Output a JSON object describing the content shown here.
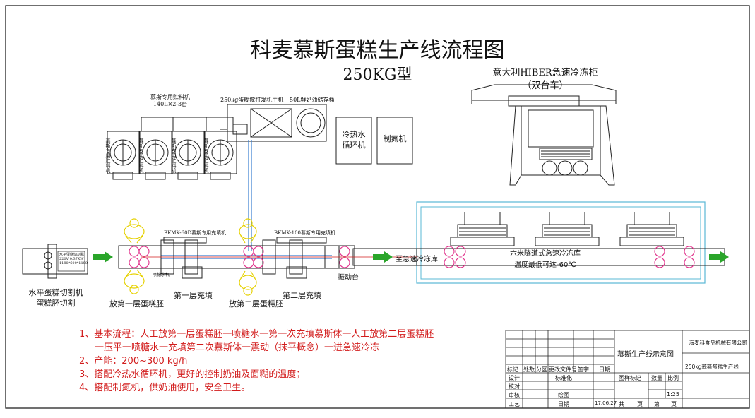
{
  "title": "科麦慕斯蛋糕生产线流程图",
  "subtitle": "250KG型",
  "freezer": {
    "name": "意大利HIBER急速冷冻柜",
    "sub": "（双台车）"
  },
  "labels": {
    "storage": "慕斯专用贮料机",
    "storage_spec": "140L×2-3台",
    "mixer": "250kg蛋糊搅打发机主机",
    "cream_tank": "50L鲜奶油储存桶",
    "chiller_l1": "冷热水",
    "chiller_l2": "循环机",
    "nitrogen": "制氮机",
    "tank_vertical": "慕斯专用贮料机",
    "filler1": "BKMK-60D慕斯专用充填机",
    "filler2": "BKMK-100慕斯专用充填机",
    "cutter_l1": "水平蛋糕切割机",
    "cutter_l2": "蛋糕胚切割",
    "cutter_plate": "水平蛋糕切割机 220V 0.37KW 1180*600*1100",
    "spray": "喷糖水机",
    "place1": "放第一层蛋糕胚",
    "fill1": "第一层充填",
    "place2": "放第二层蛋糕胚",
    "fill2": "第二层充填",
    "shaker": "振动台",
    "to_freezer": "至急速冷冻库",
    "tunnel_l1": "六米隧道式急速冷冻库",
    "tunnel_l2": "温度最低可达-60℃"
  },
  "notes": [
    "1、基本流程：人工放第一层蛋糕胚一喷糖水一第一次充填慕斯体一人工放第二层蛋糕胚",
    "一压平一喷糖水一充填第二次慕斯体一震动（抹平概念）一进急速冷冻",
    "2、产能：200~300 kg/h",
    "3、搭配冷热水循环机，更好的控制奶油及面糊的温度；",
    "4、搭配制氮机，供奶油使用，安全卫生。"
  ],
  "titleblock": {
    "doc_name": "慕斯生产线示意图",
    "company": "上海麦科食品机械有限公司",
    "project": "250kg慕斯蛋糕生产线",
    "h_mark": "标记",
    "h_count": "处数",
    "h_zone": "分区",
    "h_change": "更改文件号",
    "h_sign": "签字",
    "h_date": "日期",
    "design": "设计",
    "standard": "标准化",
    "check": "校对",
    "review": "审核",
    "process": "工艺",
    "draw": "绘图",
    "date_label": "日期",
    "date": "17.06.27",
    "stage_mark": "图样标记",
    "weight": "数量",
    "scale_label": "比例",
    "scale": "1:25",
    "total": "共",
    "page": "页",
    "no": "第",
    "page2": "页"
  },
  "colors": {
    "flow_arrow": "#2aa52a",
    "tunnel": "#59b8d6",
    "pipe": "#3a7fd0",
    "roller": "#e0308a",
    "operator": "#e6d100",
    "note_red": "#d21b1b"
  }
}
